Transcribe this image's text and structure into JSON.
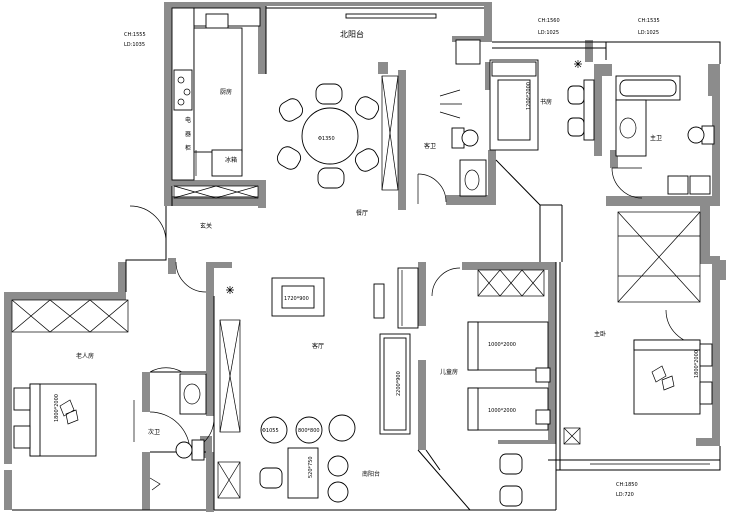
{
  "rooms": {
    "north_balcony": "北阳台",
    "kitchen": "厨房",
    "kitchen_tag": "冰箱",
    "appliance_1": "电",
    "appliance_2": "器",
    "appliance_3": "柜",
    "guest_bath": "客卫",
    "study": "书房",
    "master_bath": "主卫",
    "entry": "玄关",
    "dining": "餐厅",
    "living": "客厅",
    "elder_room": "老人房",
    "second_bath": "次卫",
    "kids_room": "儿童房",
    "south_balcony": "南阳台",
    "master_bedroom": "主卧"
  },
  "heights": {
    "kitchen_ch": "CH:1555",
    "kitchen_ld": "LD:1035",
    "study_ch": "CH:1560",
    "study_ld": "LD:1025",
    "master_ch": "CH:1535",
    "master_ld": "LD:1025",
    "balcony_ch": "CH:1850",
    "balcony_ld": "LD:720"
  },
  "dims": {
    "dining_table": "Φ1350",
    "coffee_table": "1720*900",
    "sofa": "2200*900",
    "study_bed": "1200*2000",
    "kid_bed_1": "1000*2000",
    "kid_bed_2": "1000*2000",
    "elder_bed": "1800*2000",
    "master_bed": "1800*2000",
    "balcony_table_1": "Φ1055",
    "balcony_table_2": "800*800",
    "balcony_table_3": "520*750"
  }
}
